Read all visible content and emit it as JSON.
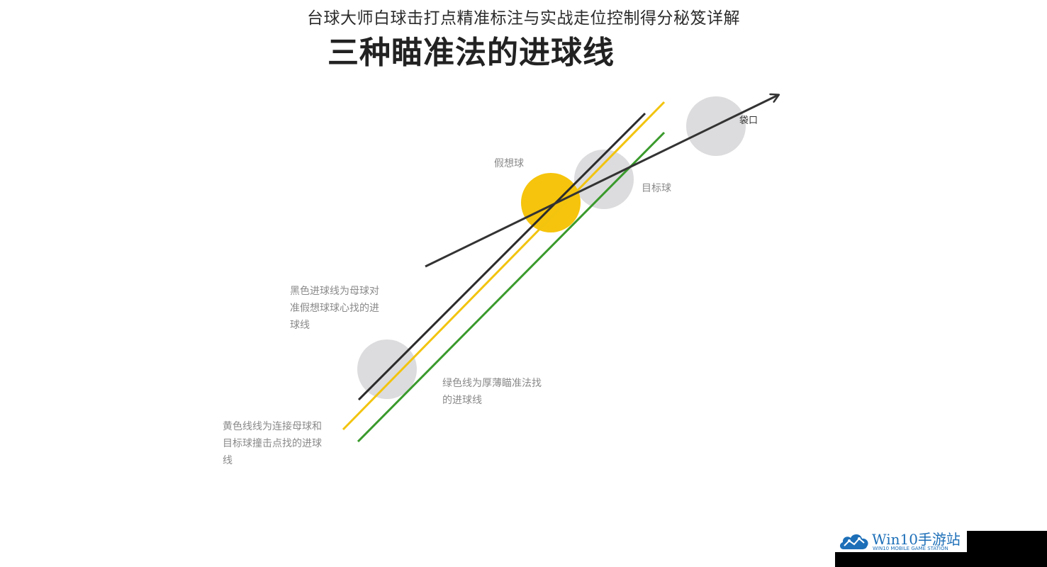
{
  "page": {
    "caption": "台球大师白球击打点精准标注与实战走位控制得分秘笈详解"
  },
  "diagram": {
    "title": "三种瞄准法的进球线",
    "labels": {
      "ghost_ball": "假想球",
      "target_ball": "目标球",
      "pocket": "袋口",
      "black_line_desc": [
        "黑色进球线为母球对",
        "准假想球球心找的进",
        "球线"
      ],
      "green_line_desc": [
        "绿色线为厚薄瞄准法找",
        "的进球线"
      ],
      "yellow_line_desc": [
        "黄色线线为连接母球和",
        "目标球撞击点找的进球",
        "线"
      ]
    },
    "colors": {
      "black_line": "#2b2b2b",
      "yellow_line": "#f2c40f",
      "green_line": "#3a9a2c",
      "ghost_ball": "#f6c40c",
      "grey_ball": "#dcdcde",
      "arrow": "#333333"
    }
  },
  "watermark": {
    "name": "Win10手游站",
    "subtitle": "WIN10 MOBILE GAME STATION",
    "logo_icon": "cloud-network-icon"
  }
}
